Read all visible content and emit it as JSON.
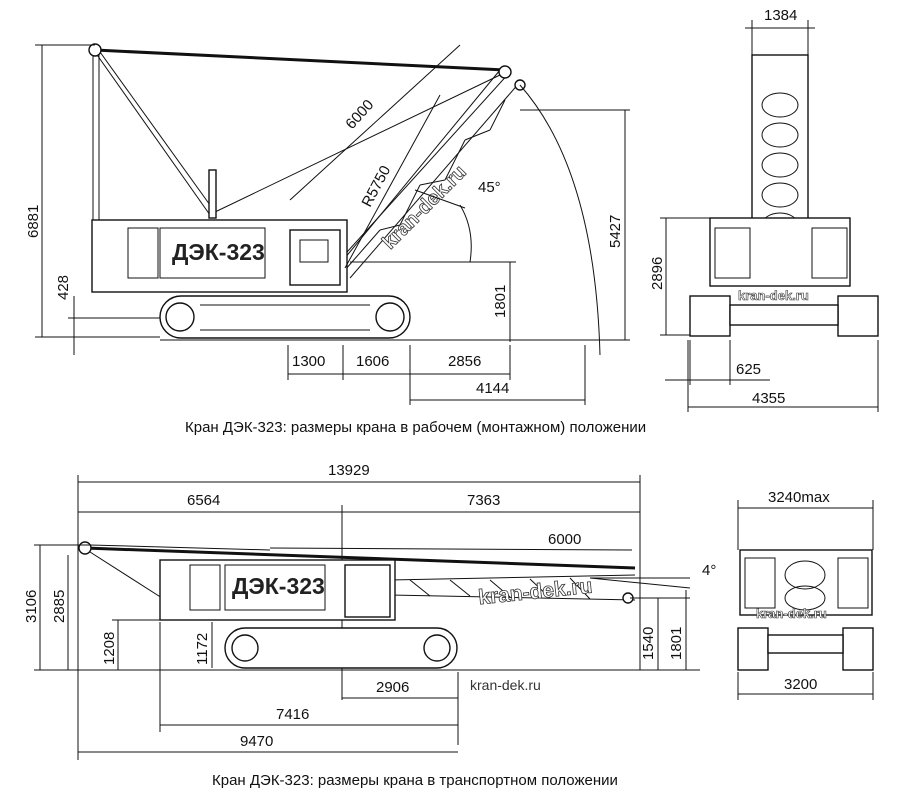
{
  "working": {
    "dims": {
      "h6881": "6881",
      "h428": "428",
      "b6000": "6000",
      "r5750": "R5750",
      "ang45": "45°",
      "h5427": "5427",
      "h1801": "1801",
      "w1300": "1300",
      "w1606": "1606",
      "w2856": "2856",
      "w4144": "4144",
      "w1384": "1384",
      "h2896": "2896",
      "w625": "625",
      "w4355": "4355"
    },
    "machine_label": "ДЭК-323",
    "watermark": "kran-dek.ru",
    "side_watermark": "kran-dek.ru",
    "caption": "Кран ДЭК-323: размеры крана в рабочем (монтажном) положении"
  },
  "transport": {
    "dims": {
      "w13929": "13929",
      "w6564": "6564",
      "w7363": "7363",
      "b6000": "6000",
      "ang4": "4°",
      "h3106": "3106",
      "h2885": "2885",
      "h1208": "1208",
      "h1172": "1172",
      "h1540": "1540",
      "h1801": "1801",
      "w2906": "2906",
      "w7416": "7416",
      "w9470": "9470",
      "w3240": "3240max",
      "w3200": "3200"
    },
    "machine_label": "ДЭК-323",
    "watermark": "kran-dek.ru",
    "side_watermark": "kran-dek.ru",
    "site": "kran-dek.ru",
    "caption": "Кран ДЭК-323: размеры крана в транспортном положении"
  }
}
